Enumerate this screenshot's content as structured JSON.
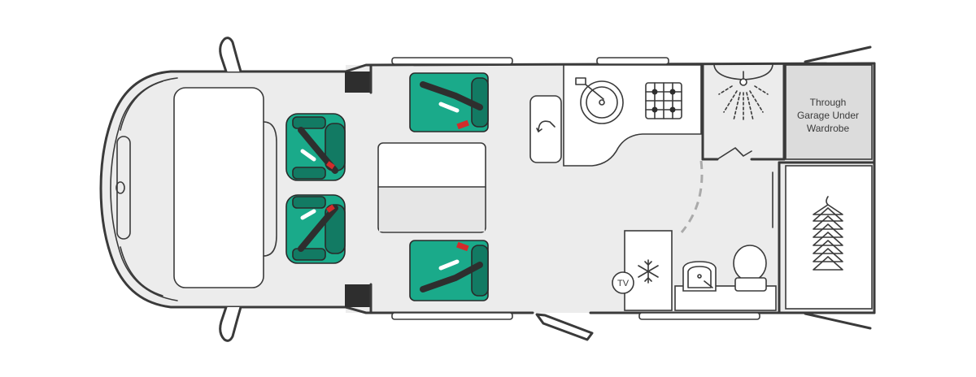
{
  "colors": {
    "seat": "#1aaa8a",
    "seat_dark": "#127a63",
    "belt": "#2e2e2e",
    "buckle_red": "#d22b2b",
    "floor": "#ececec",
    "outline": "#3a3a3a"
  },
  "labels": {
    "garage_line1": "Through",
    "garage_line2": "Garage Under",
    "garage_line3": "Wardrobe",
    "tv": "TV"
  },
  "icons": {
    "seat": "seat-with-seatbelt-icon",
    "hob": "gas-hob-icon",
    "sink": "sink-icon",
    "fridge": "snowflake-icon",
    "shower": "shower-icon",
    "toilet": "toilet-icon",
    "wardrobe": "clothes-hanger-icon"
  }
}
